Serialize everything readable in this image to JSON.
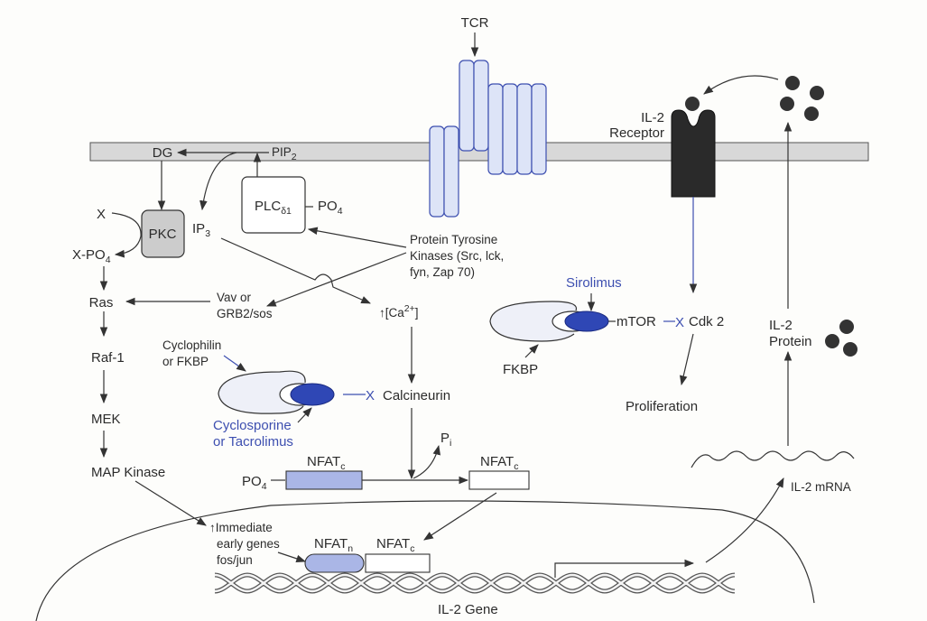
{
  "title": "T-cell activation / IL-2 signaling pathway and immunosuppressant targets",
  "colors": {
    "membrane": "#d8d8d8",
    "tcr_fill": "#dde4f7",
    "tcr_stroke": "#3d4fb0",
    "drug_blue": "#2f47b5",
    "drug_text": "#3d4fb0",
    "receptor": "#2a2a2a",
    "pkc_fill": "#cccccc",
    "nfat_fill": "#aab6e6"
  },
  "labels": {
    "tcr": "TCR",
    "il2_receptor_1": "IL-2",
    "il2_receptor_2": "Receptor",
    "dg": "DG",
    "pip2_main": "PIP",
    "pip2_sub": "2",
    "plc_main": "PLC",
    "plc_sub": "δ1",
    "plc_po4_main": "PO",
    "plc_po4_sub": "4",
    "pkc": "PKC",
    "ip3_main": "IP",
    "ip3_sub": "3",
    "x": "X",
    "xpo4_main": "X-PO",
    "xpo4_sub": "4",
    "ptk_1": "Protein Tyrosine",
    "ptk_2": "Kinases (Src, lck,",
    "ptk_3": "fyn, Zap 70)",
    "ras": "Ras",
    "vav_1": "Vav or",
    "vav_2": "GRB2/sos",
    "ca": "↑[Ca",
    "ca_sup": "2+",
    "ca_end": "]",
    "raf": "Raf-1",
    "mek": "MEK",
    "mapk": "MAP Kinase",
    "cyclophilin_1": "Cyclophilin",
    "cyclophilin_2": "or FKBP",
    "cyclosporine_1": "Cyclosporine",
    "cyclosporine_2": "or Tacrolimus",
    "calcineurin": "Calcineurin",
    "inhibit_x": "X",
    "sirolimus": "Sirolimus",
    "mtor": "mTOR",
    "cdk2": "Cdk 2",
    "fkbp": "FKBP",
    "proliferation": "Proliferation",
    "il2_protein_1": "IL-2",
    "il2_protein_2": "Protein",
    "pi_main": "P",
    "pi_sub": "i",
    "nfatc_po4_main": "PO",
    "nfatc_po4_sub": "4",
    "nfat_main": "NFAT",
    "nfat_c_sub": "c",
    "nfat_n_sub": "n",
    "ieg_1": "↑Immediate",
    "ieg_2": "early genes",
    "ieg_3": "fos/jun",
    "il2_mrna": "IL-2 mRNA",
    "il2_gene": "IL-2 Gene"
  }
}
